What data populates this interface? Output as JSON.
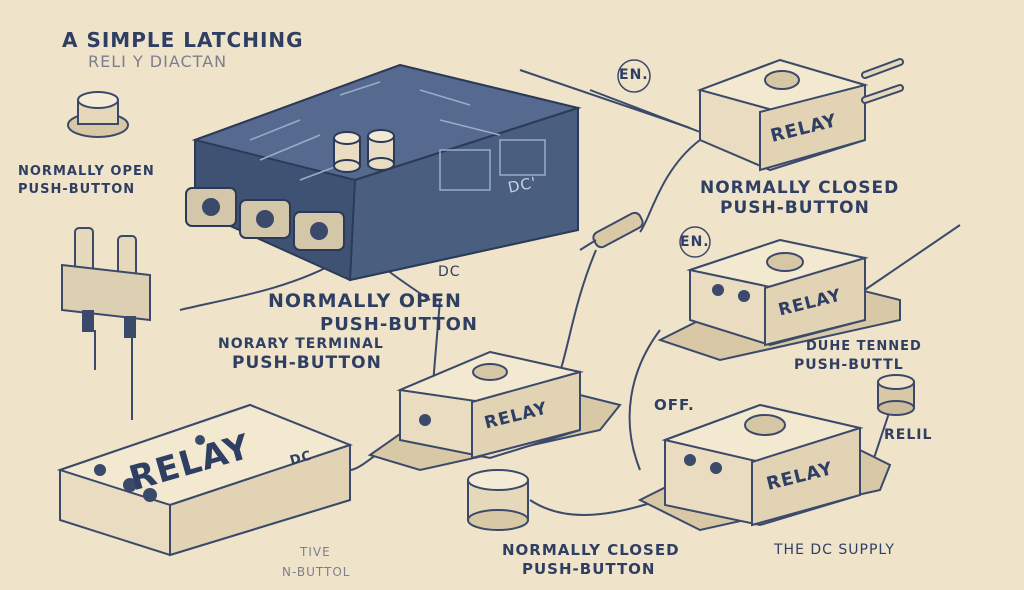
{
  "title": {
    "line1": "A SIMPLE LATCHING",
    "line2": "RELI Y DIACTAN"
  },
  "labels": {
    "left_pb_line1": "NORMALLY OPEN",
    "left_pb_line2": "PUSH-BUTTON",
    "center_line1": "NORMALLY OPEN",
    "center_line2": "PUSH-BUTTON",
    "center_line3": "NORARY TERMINAL",
    "center_line4": "PUSH-BUTTON",
    "dc": "DC",
    "top_right_line1": "NORMALLY CLOSED",
    "top_right_line2": "PUSH-BUTTON",
    "en_top": "EN.",
    "en_mid": "EN.",
    "right_mid_line1": "DUHE TENNED",
    "right_mid_line2": "PUSH-BUTTL",
    "off": "OFF.",
    "relil": "RELIL",
    "bottom_center_line1": "NORMALLY CLOSED",
    "bottom_center_line2": "PUSH-BUTTON",
    "dc_supply": "THE DC SUPPLY",
    "bottom_left_line1": "TIVE",
    "bottom_left_line2": "N-BUTTOL"
  },
  "components": {
    "main_box_text": "DC'",
    "relay_top_right": "RELAY",
    "relay_mid_right": "RELAY",
    "relay_center": "RELAY",
    "relay_bottom_left": "RELAY",
    "relay_bottom_left_dc": "DC",
    "relay_bottom_right": "RELAY"
  },
  "colors": {
    "paper": "#efe3c9",
    "ink": "#3b4a6b",
    "box_fill": "#4d607f",
    "relay_fill": "#eadcc0"
  }
}
